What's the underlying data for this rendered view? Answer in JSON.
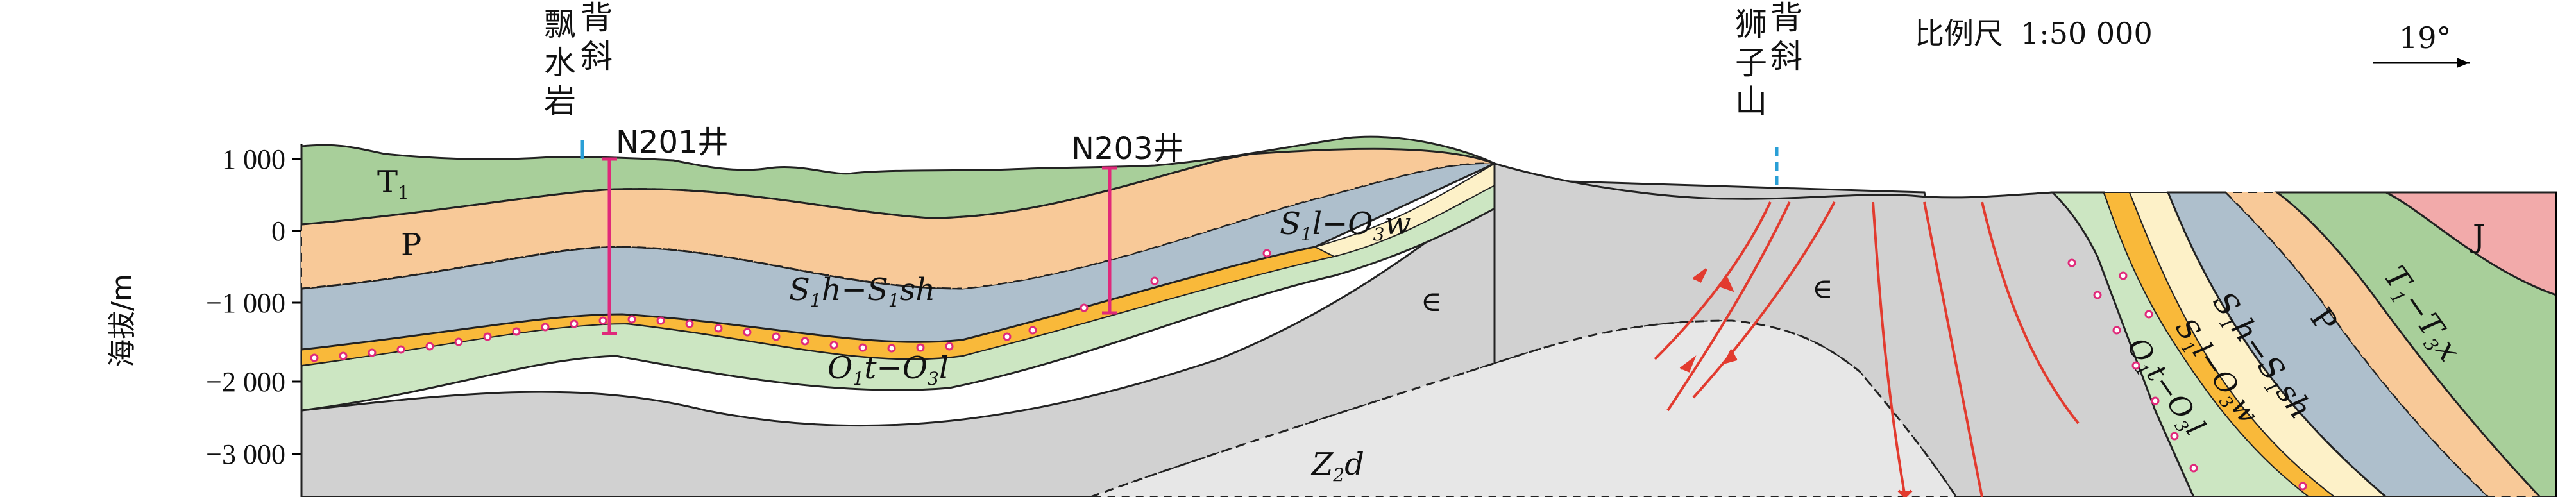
{
  "scale": {
    "label": "比例尺",
    "ratio": "1:50 000"
  },
  "orientation": {
    "angle": "19°"
  },
  "y_axis": {
    "label": "海拔/m",
    "ticks": [
      "1 000",
      "0",
      "−1 000",
      "−2 000",
      "−3 000"
    ]
  },
  "anticlines": [
    {
      "name": "飘水岩背斜",
      "chars": [
        "飘",
        "水",
        "岩"
      ],
      "suffix": [
        "背",
        "斜"
      ]
    },
    {
      "name": "狮子山背斜",
      "chars": [
        "狮",
        "子",
        "山"
      ],
      "suffix": [
        "背",
        "斜"
      ]
    }
  ],
  "wells": [
    {
      "name": "N201井"
    },
    {
      "name": "N203井"
    }
  ],
  "strata": {
    "T1": {
      "main": "T",
      "sub": "1",
      "color": "#a8cf9a"
    },
    "P": {
      "main": "P",
      "color": "#f8c998"
    },
    "S1h_S1sh": {
      "text": [
        "S",
        "1",
        "h−S",
        "1",
        "sh"
      ],
      "color": "#aebfcc"
    },
    "S1l_O3w": {
      "text": [
        "S",
        "1",
        "l−O",
        "3",
        "w"
      ],
      "color": "#fdf1c8"
    },
    "O1t_O3l": {
      "text": [
        "O",
        "1",
        "t−O",
        "3",
        "l"
      ],
      "color": "#cce6c2"
    },
    "Cambrian": {
      "symbol": "∈",
      "color": "#d1d1d1"
    },
    "Z2d": {
      "text": [
        "Z",
        "2",
        "d"
      ],
      "color": "#e7e7e7"
    },
    "J": {
      "main": "J",
      "color": "#f2aaaa"
    },
    "T1_T3x": {
      "text": [
        "T",
        "1",
        "−T",
        "3",
        "x"
      ],
      "color": "#a8cf9a"
    }
  },
  "colors": {
    "well_line": "#e0297a",
    "fault": "#e23b2f",
    "axis_marker": "#2a9fd6",
    "orange_band": "#f9b93a"
  }
}
